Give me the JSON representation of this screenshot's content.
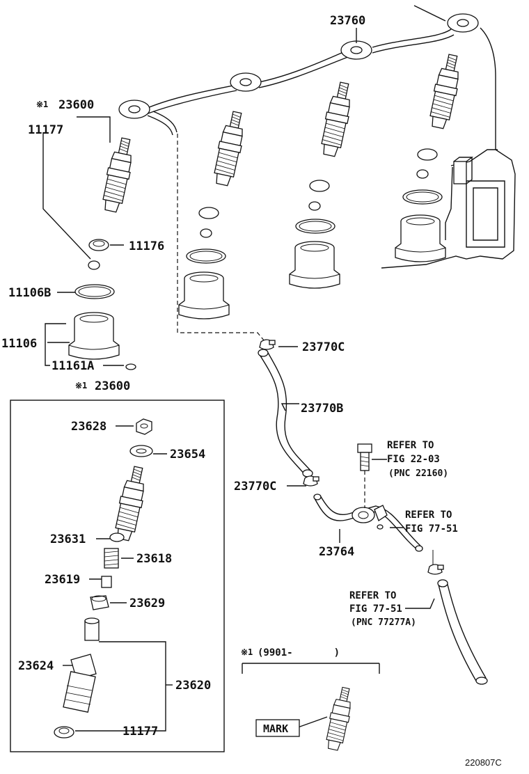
{
  "labels": {
    "fuel_pipe_set": "23760",
    "injector_asm_top": "23600",
    "injector_asm_top_note": "※1",
    "gasket_11177_top": "11177",
    "seat_11176": "11176",
    "oring_11106b": "11106B",
    "sleeve_11106": "11106",
    "pin_11161a": "11161A",
    "injector_asm_box_note": "※1",
    "injector_asm_box": "23600",
    "nut_23628": "23628",
    "washer_23654": "23654",
    "spring_seat_23631": "23631",
    "spring_23618": "23618",
    "pin_23619": "23619",
    "spacer_23629": "23629",
    "retaining_nut_23624": "23624",
    "nozzle_23620": "23620",
    "gasket_11177_box": "11177",
    "clip_23770c_upper": "23770C",
    "hose_23770b": "23770B",
    "clip_23770c_lower": "23770C",
    "pipe_23764": "23764",
    "ref1_line1": "REFER TO",
    "ref1_line2": "FIG 22-03",
    "ref1_line3": "(PNC 22160)",
    "ref2_line1": "REFER TO",
    "ref2_line2": "FIG 77-51",
    "ref3_line1": "REFER TO",
    "ref3_line2": "FIG 77-51",
    "ref3_line3": "(PNC 77277A)",
    "mark_note_symbol": "※1",
    "mark_note_range": "(9901-       )",
    "mark_label": "MARK",
    "diagram_code": "220807C"
  }
}
